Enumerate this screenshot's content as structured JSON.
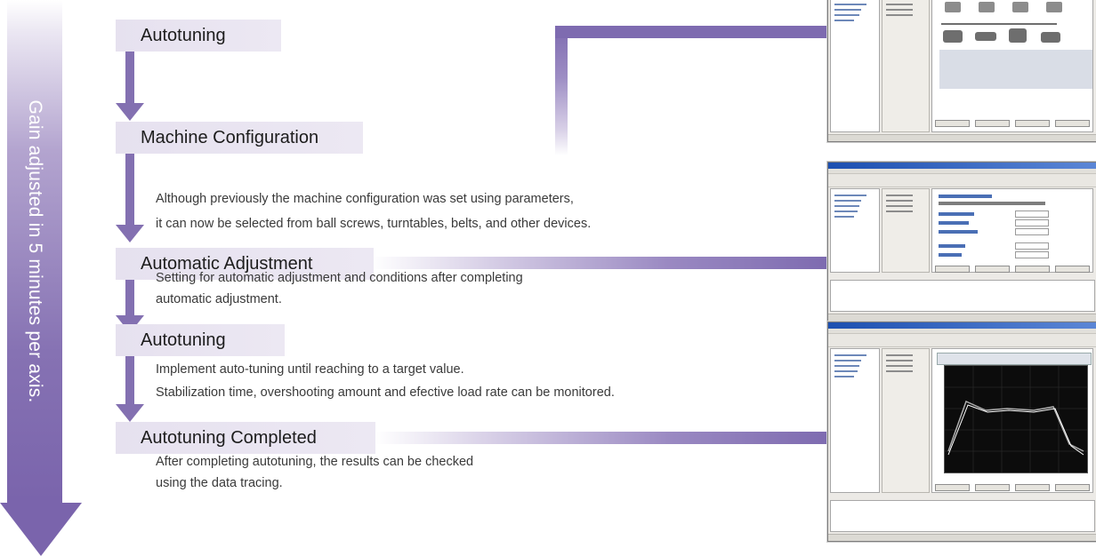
{
  "side_label": "Gain adjusted in 5 minutes per axis.",
  "steps": [
    {
      "title": "Autotuning",
      "desc": []
    },
    {
      "title": "Machine Configuration",
      "desc": [
        "Although previously the machine configuration was set using parameters,",
        "it can now be selected from ball screws, turntables, belts, and other devices."
      ]
    },
    {
      "title": "Automatic Adjustment",
      "desc": [
        "Setting for automatic adjustment and conditions after completing",
        "automatic adjustment."
      ]
    },
    {
      "title": "Autotuning",
      "desc": [
        "Implement auto-tuning until reaching to a target value.",
        "Stabilization time, overshooting amount and efective load rate can be monitored."
      ]
    },
    {
      "title": "Autotuning Completed",
      "desc": [
        "After completing autotuning, the results can be checked",
        "using the data tracing."
      ]
    }
  ],
  "colors": {
    "accent": "#7e6bb0",
    "bar": "#e8e3f0"
  }
}
